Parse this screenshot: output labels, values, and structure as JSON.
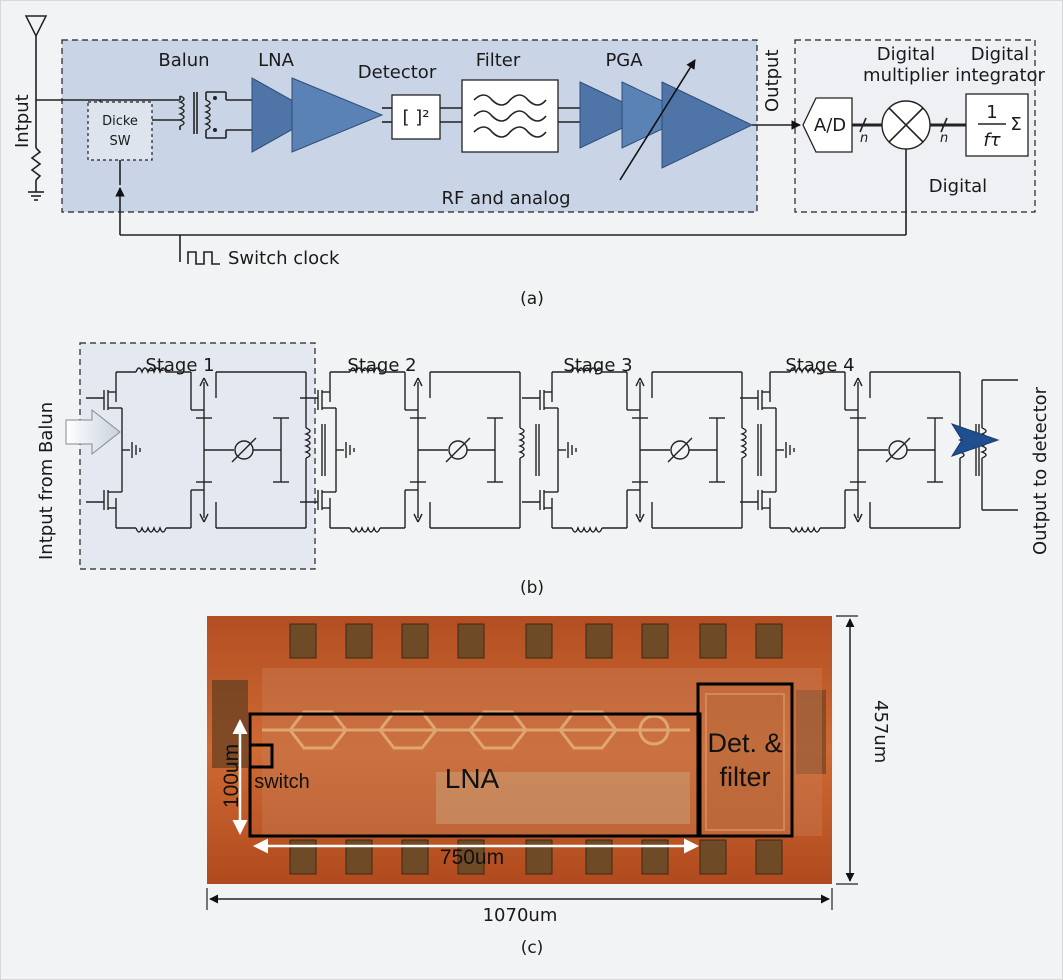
{
  "panel_a": {
    "blocks": {
      "balun": "Balun",
      "lna": "LNA",
      "detector": "Detector",
      "detector_symbol": "[ ]²",
      "filter": "Filter",
      "pga": "PGA",
      "dicke_line1": "Dicke",
      "dicke_line2": "SW",
      "input": "Intput",
      "output": "Output",
      "rf_analog": "RF and analog",
      "ad": "A/D",
      "n1": "n",
      "n2": "n",
      "dig_mult_line1": "Digital",
      "dig_mult_line2": "multiplier",
      "dig_int_line1": "Digital",
      "dig_int_line2": "integrator",
      "integrator_num": "1",
      "integrator_den": "fτ",
      "integrator_sigma": "Σ",
      "digital": "Digital",
      "switch_clock": "Switch clock"
    },
    "caption": "(a)"
  },
  "panel_b": {
    "stages": [
      "Stage 1",
      "Stage 2",
      "Stage 3",
      "Stage 4"
    ],
    "input_label": "Intput from Balun",
    "output_label": "Output to detector",
    "caption": "(b)"
  },
  "panel_c": {
    "labels": {
      "lna": "LNA",
      "switch": "switch",
      "det_line1": "Det. &",
      "det_line2": "filter",
      "height_inner": "100um",
      "width_inner": "750um",
      "height_total": "457um",
      "width_total": "1070um"
    },
    "caption": "(c)"
  },
  "colors": {
    "background": "#f2f3f4",
    "rf_panel": "#c9d5e6",
    "amp_blue": "#4f75a8",
    "stage_panel": "#e4e9f1",
    "chip_orange": "#c8602c",
    "arrow_blue": "#1f4f8f"
  }
}
